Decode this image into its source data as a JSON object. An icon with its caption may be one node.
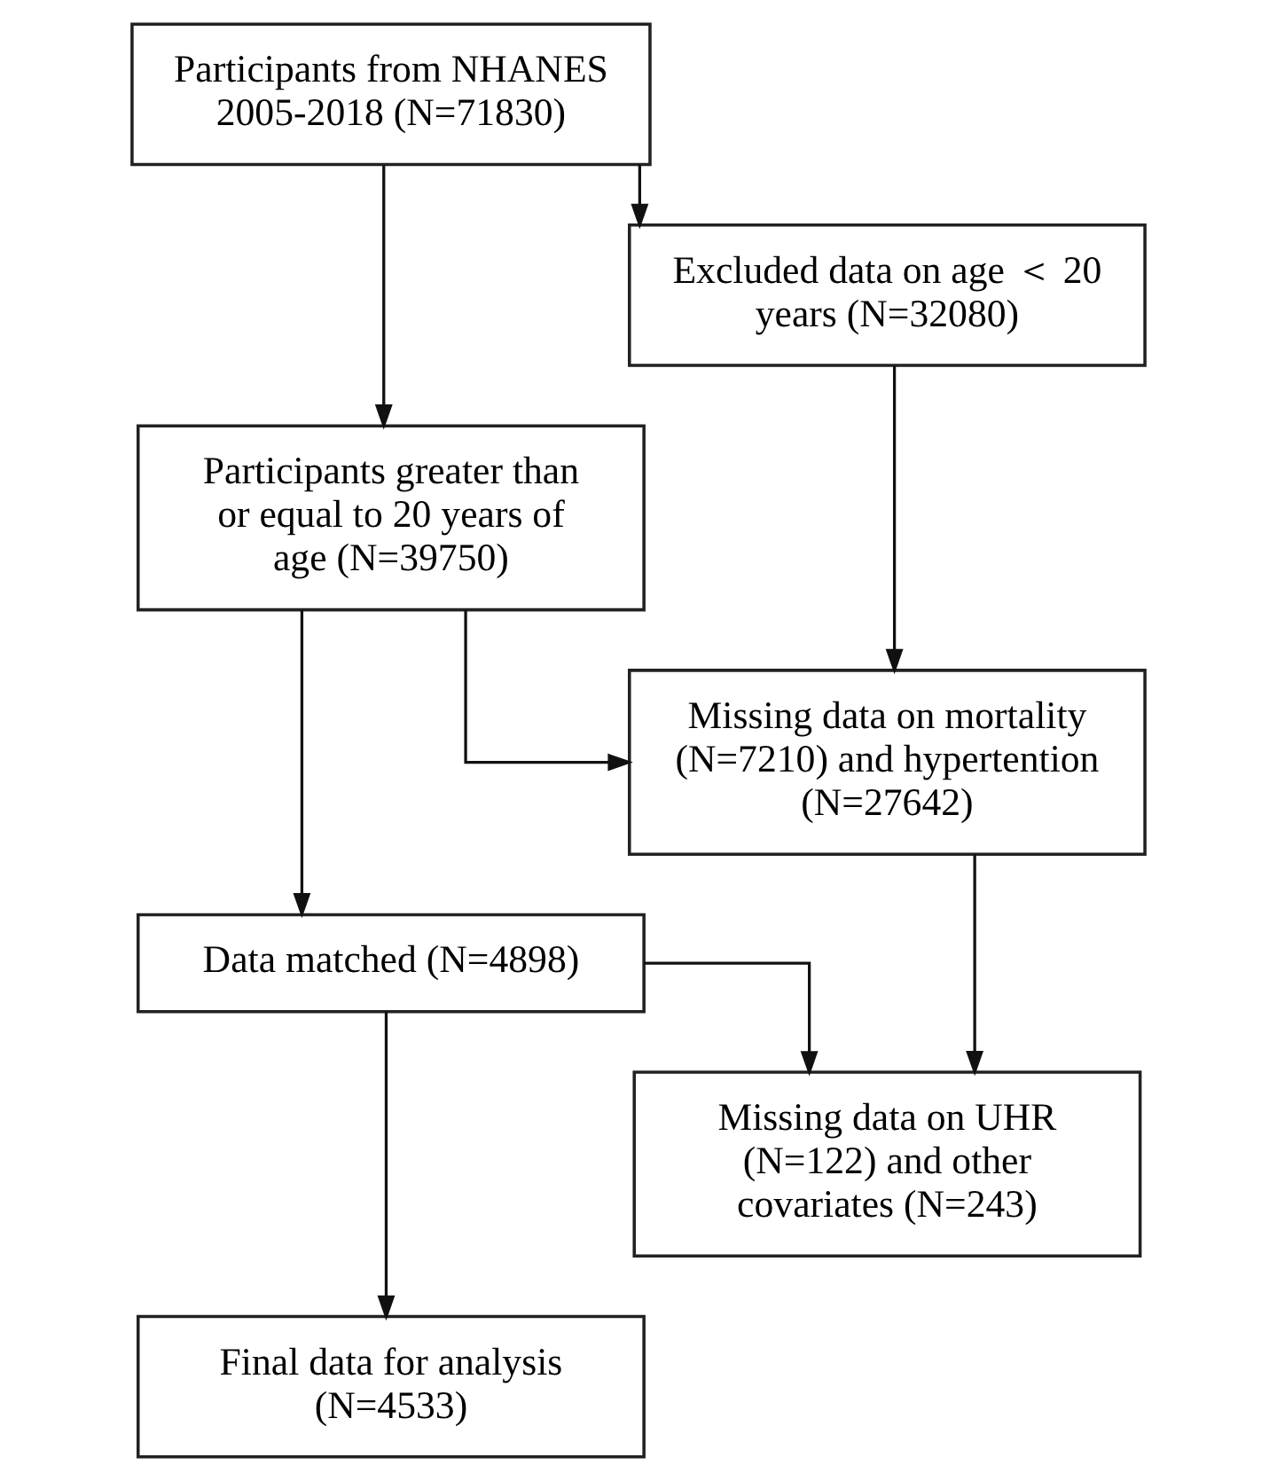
{
  "diagram": {
    "nodes": [
      {
        "text": [
          "Participants from NHANES 2005-2018 (N=71830)"
        ]
      },
      {
        "text": [
          "Excluded data on age ＜ 20 years (N=32080)"
        ]
      },
      {
        "text": [
          "Participants greater than or equal to 20 years of age (N=39750)"
        ]
      },
      {
        "text": [
          "Missing data on mortality (N=7210) and hypertention (N=27642)"
        ]
      },
      {
        "text": [
          "Data matched (N=4898)"
        ]
      },
      {
        "text": [
          "Missing data on UHR (N=122) and other covariates (N=243)"
        ]
      },
      {
        "text": [
          "Final data for analysis (N=4533)"
        ]
      }
    ],
    "edges": [
      {
        "from": 0,
        "to": 2,
        "arrow": "to"
      },
      {
        "from": 0,
        "to": 1,
        "arrow": "to"
      },
      {
        "from": 1,
        "to": 3,
        "arrow": "to"
      },
      {
        "from": 2,
        "to": 4,
        "arrow": "to"
      },
      {
        "from": 2,
        "to": 3,
        "arrow": "to"
      },
      {
        "from": 3,
        "to": 5,
        "arrow": "to"
      },
      {
        "from": 4,
        "to": 6,
        "arrow": "to"
      },
      {
        "from": 4,
        "to": 5,
        "arrow": "to"
      }
    ]
  }
}
